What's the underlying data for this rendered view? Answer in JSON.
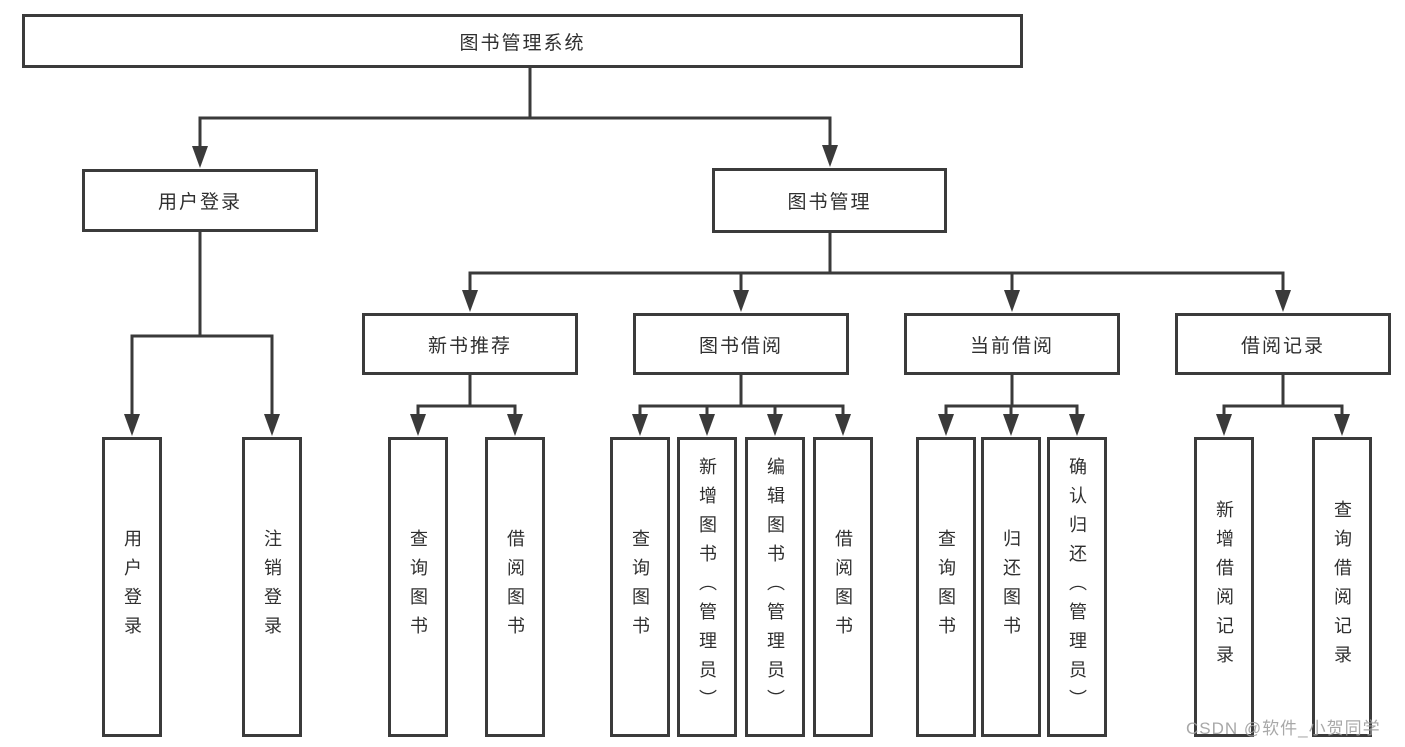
{
  "tree": {
    "root": "图书管理系统",
    "level2": [
      "用户登录",
      "图书管理"
    ],
    "level3": [
      "新书推荐",
      "图书借阅",
      "当前借阅",
      "借阅记录"
    ],
    "leaves": {
      "user_login": [
        "用户登录",
        "注销登录"
      ],
      "new_book": [
        "查询图书",
        "借阅图书"
      ],
      "borrowing": [
        "查询图书",
        "新增图书（管理员）",
        "编辑图书（管理员）",
        "借阅图书"
      ],
      "current": [
        "查询图书",
        "归还图书",
        "确认归还（管理员）"
      ],
      "records": [
        "新增借阅记录",
        "查询借阅记录"
      ]
    }
  },
  "watermark": "CSDN @软件_小贺同学",
  "colors": {
    "line": "#3a3a3a",
    "border": "#3b3b3b",
    "text": "#2f2f2f",
    "background": "#ffffff",
    "watermark": "#9e9e9e"
  }
}
